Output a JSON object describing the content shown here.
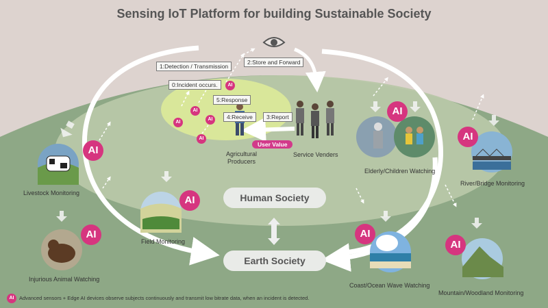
{
  "title": "Sensing IoT Platform for building Sustainable Society",
  "steps": {
    "detection": "1:Detection / Transmission",
    "store": "2:Store and Forward",
    "incident": "0:Incident occurs.",
    "response": "5:Response",
    "receive": "4:Receive",
    "report": "3:Report"
  },
  "user_value": "User Value",
  "groups": {
    "producers": "Agricultural\nProducers",
    "venders": "Service Venders"
  },
  "societies": {
    "human": "Human Society",
    "earth": "Earth Society"
  },
  "ai_badge": "AI",
  "scenes": {
    "livestock": "Livestock Monitoring",
    "animal": "Injurious Animal Watching",
    "field": "Field Monitoring",
    "elderly": "Elderly/Children Watching",
    "river": "River/Bridge Monitoring",
    "coast": "Coast/Ocean Wave Watching",
    "mountain": "Mountain/Woodland  Monitoring"
  },
  "footnote": "Advanced sensors + Edge AI devices observe subjects continuously and transmit low bitrate data, when an incident is detected.",
  "colors": {
    "background": "#ddd3cf",
    "earth_ground": "#8ea886",
    "human_ground": "#b5c5a5",
    "ai_pink": "#d6357f",
    "field_highlight": "#d9e79a"
  },
  "icons": [
    "eye-icon",
    "ai-badge-icon",
    "farmer-icon",
    "vender-icon",
    "cow-photo",
    "bear-photo",
    "field-photo",
    "elderly-children-photo",
    "bridge-photo",
    "ocean-wave-photo",
    "mountain-photo"
  ]
}
